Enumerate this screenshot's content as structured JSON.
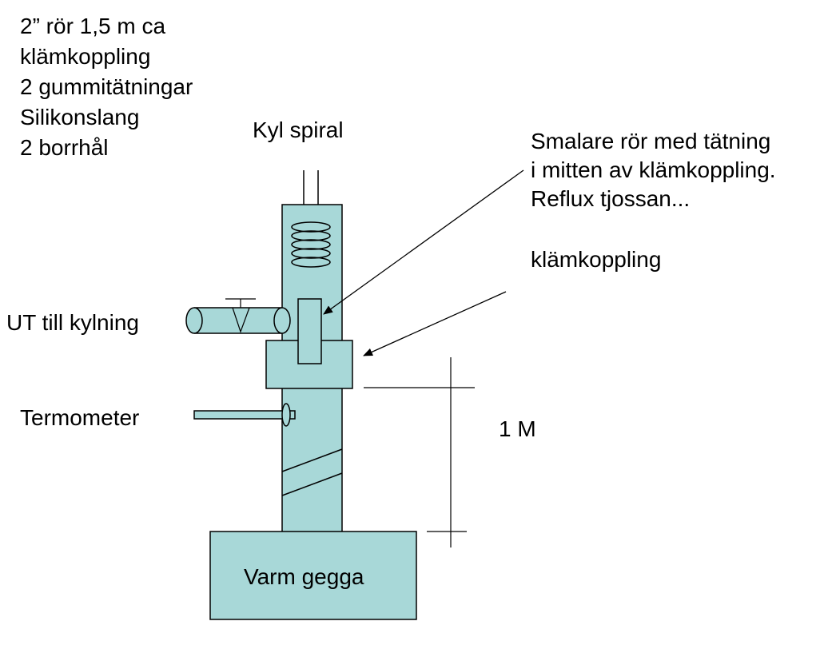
{
  "materials": [
    "2” rör 1,5 m ca",
    "klämkoppling",
    "2 gummitätningar",
    "Silikonslang",
    "2 borrhål"
  ],
  "labels": {
    "kyl_spiral": "Kyl spiral",
    "smalare_ror": [
      "Smalare rör med tätning",
      "i mitten av klämkoppling.",
      "Reflux tjossan..."
    ],
    "klamkoppling": "klämkoppling",
    "ut_till_kylning": "UT till kylning",
    "termometer": "Termometer",
    "height": "1 M",
    "varm_gegga": "Varm gegga"
  },
  "colors": {
    "fill": "#A8D8D8",
    "stroke": "#000000",
    "background": "#FFFFFF"
  }
}
